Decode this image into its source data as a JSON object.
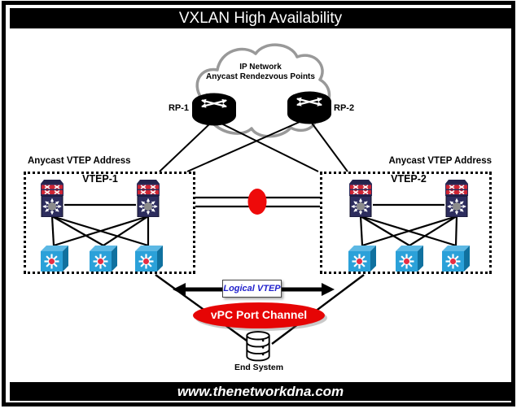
{
  "title": "VXLAN High Availability",
  "footer": "www.thenetworkdna.com",
  "cloud": {
    "line1": "IP Network",
    "line2": "Anycast Rendezvous Points"
  },
  "rp1": "RP-1",
  "rp2": "RP-2",
  "left_group": {
    "heading": "Anycast VTEP Address",
    "name": "VTEP-1"
  },
  "right_group": {
    "heading": "Anycast VTEP Address",
    "name": "VTEP-2"
  },
  "logical_vtep": "Logical VTEP",
  "vpc": "vPC Port Channel",
  "end_system": "End System",
  "colors": {
    "accent_red": "#e60505",
    "logical_blue": "#2222cc",
    "leaf_blue": "#2ba1d9",
    "spine_navy": "#2d2d5e",
    "cloud_stroke": "#999999"
  }
}
